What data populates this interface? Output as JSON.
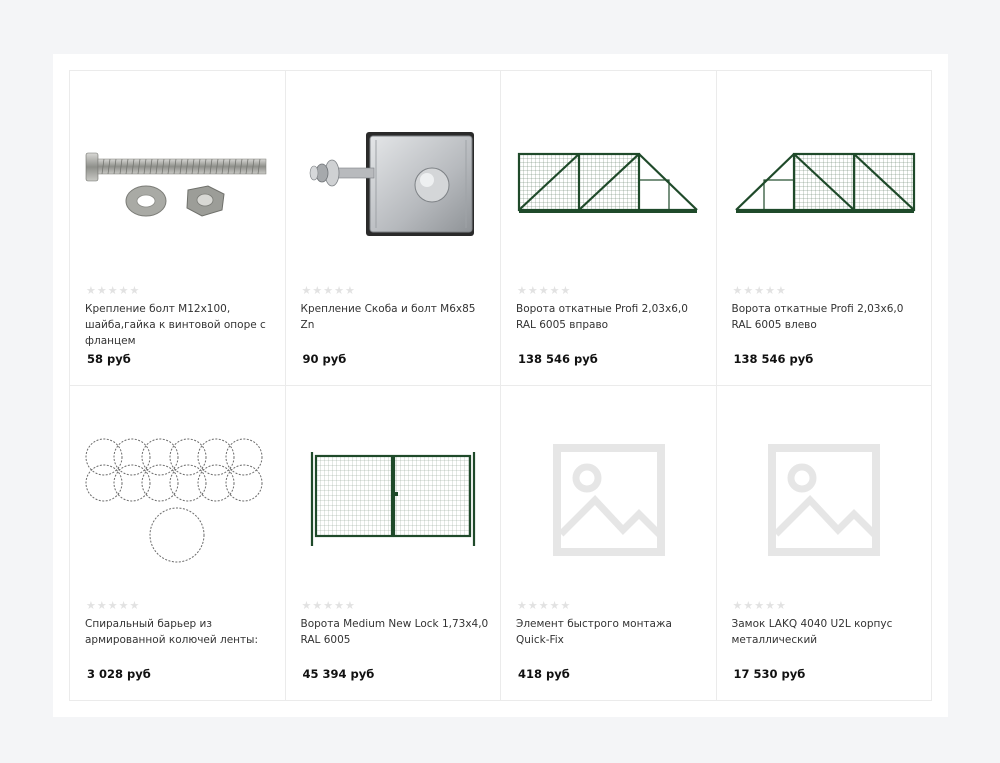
{
  "products": [
    {
      "image": "bolt-washer-nut-photo",
      "title": "Крепление болт М12х100, шайба,гайка к винтовой опоре с фланцем",
      "price": "58 руб",
      "rating": 0
    },
    {
      "image": "bracket-bolt-photo",
      "title": "Крепление Скоба и болт М6х85 Zn",
      "price": "90 руб",
      "rating": 0
    },
    {
      "image": "sliding-gate-right-photo",
      "title": "Ворота откатные Profi 2,03х6,0 RAL 6005 вправо",
      "price": "138 546 руб",
      "rating": 0
    },
    {
      "image": "sliding-gate-left-photo",
      "title": "Ворота откатные Profi 2,03х6,0 RAL 6005 влево",
      "price": "138 546 руб",
      "rating": 0
    },
    {
      "image": "razor-wire-barrier-photo",
      "title": "Спиральный барьер из армированной колючей ленты:",
      "price": "3 028 руб",
      "rating": 0
    },
    {
      "image": "swing-gate-photo",
      "title": "Ворота Medium New Lock 1,73х4,0 RAL 6005",
      "price": "45 394 руб",
      "rating": 0
    },
    {
      "image": "image-placeholder-icon",
      "title": "Элемент быстрого монтажа Quick-Fix",
      "price": "418 руб",
      "rating": 0
    },
    {
      "image": "image-placeholder-icon",
      "title": "Замок LAKQ 4040 U2L корпус металлический",
      "price": "17 530 руб",
      "rating": 0
    }
  ],
  "colors": {
    "page_background": "#f4f5f7",
    "star_empty": "#e2e2e2",
    "gate_green": "#1f4a2a",
    "placeholder_gray": "#e6e6e6"
  }
}
